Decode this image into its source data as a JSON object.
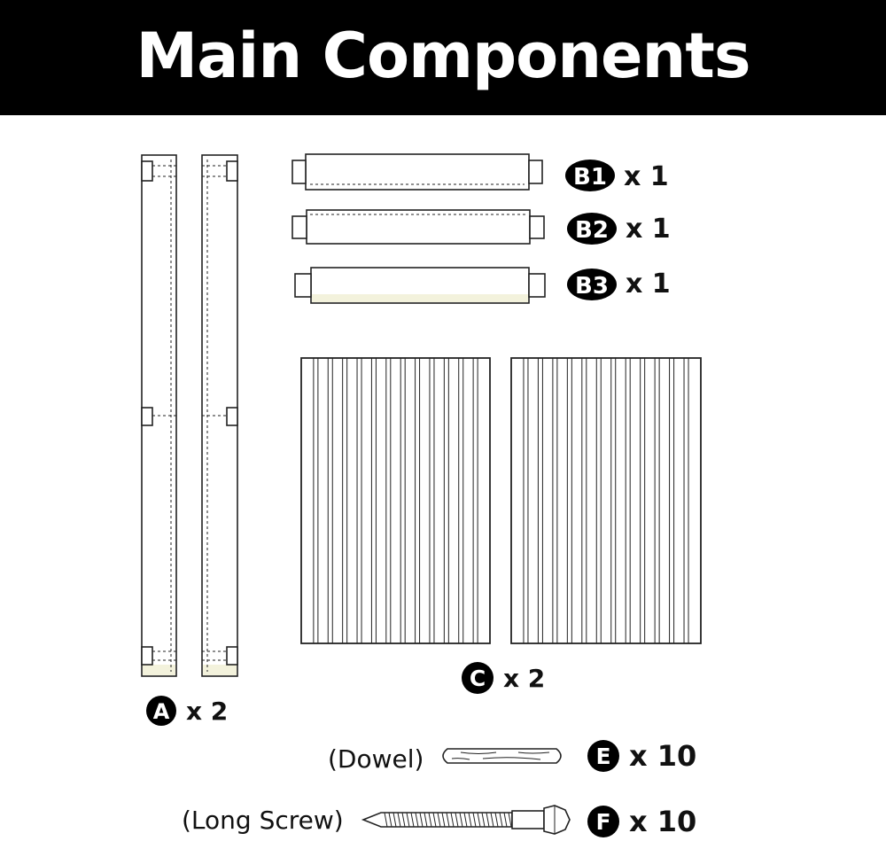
{
  "title": "Main Components",
  "colors": {
    "header_bg": "#000000",
    "title_text": "#ffffff",
    "line": "#222222",
    "highlight": "#f3f2dc"
  },
  "parts": {
    "A": {
      "id": "A",
      "qty": "x 2"
    },
    "B1": {
      "id": "B1",
      "qty": "x 1"
    },
    "B2": {
      "id": "B2",
      "qty": "x 1"
    },
    "B3": {
      "id": "B3",
      "qty": "x 1"
    },
    "C": {
      "id": "C",
      "qty": "x 2"
    },
    "E": {
      "id": "E",
      "label": "(Dowel)",
      "qty": "x 10"
    },
    "F": {
      "id": "F",
      "label": "(Long Screw)",
      "qty": "x 10"
    }
  }
}
